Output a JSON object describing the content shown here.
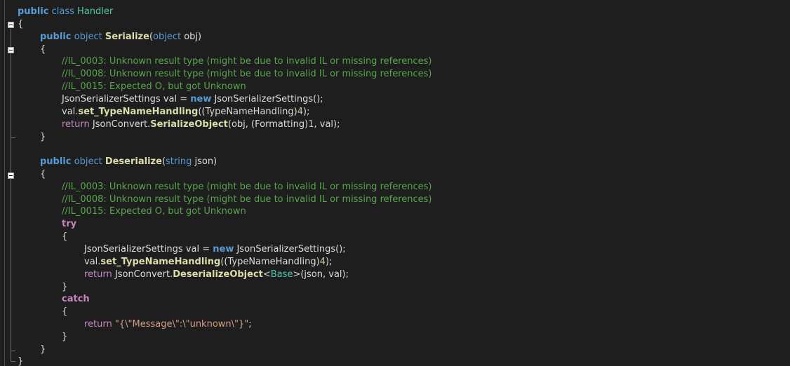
{
  "code": {
    "l0": {
      "kw_public": "public",
      "kw_class": "class",
      "name": "Handler"
    },
    "l1": {
      "brace": "{"
    },
    "l2": {
      "kw_public": "public",
      "type": "object",
      "method": "Serialize",
      "open": "(",
      "ptype": "object",
      "pname": " obj)"
    },
    "l3": {
      "brace": "{"
    },
    "l4": {
      "comment": "//IL_0003: Unknown result type (might be due to invalid IL or missing references)"
    },
    "l5": {
      "comment": "//IL_0008: Unknown result type (might be due to invalid IL or missing references)"
    },
    "l6": {
      "comment": "//IL_0015: Expected O, but got Unknown"
    },
    "l7": {
      "a": "JsonSerializerSettings val = ",
      "kw_new": "new",
      "b": " JsonSerializerSettings();"
    },
    "l8": {
      "a": "val.",
      "method": "set_TypeNameHandling",
      "b": "((TypeNameHandling)",
      "num": "4",
      "c": ");"
    },
    "l9": {
      "kw_return": "return",
      "a": " JsonConvert.",
      "method": "SerializeObject",
      "b": "(obj, (Formatting)",
      "num": "1",
      "c": ", val);"
    },
    "l10": {
      "brace": "}"
    },
    "l12": {
      "kw_public": "public",
      "type": "object",
      "method": "Deserialize",
      "open": "(",
      "ptype": "string",
      "pname": " json)"
    },
    "l13": {
      "brace": "{"
    },
    "l14": {
      "comment": "//IL_0003: Unknown result type (might be due to invalid IL or missing references)"
    },
    "l15": {
      "comment": "//IL_0008: Unknown result type (might be due to invalid IL or missing references)"
    },
    "l16": {
      "comment": "//IL_0015: Expected O, but got Unknown"
    },
    "l17": {
      "kw_try": "try"
    },
    "l18": {
      "brace": "{"
    },
    "l19": {
      "a": "JsonSerializerSettings val = ",
      "kw_new": "new",
      "b": " JsonSerializerSettings();"
    },
    "l20": {
      "a": "val.",
      "method": "set_TypeNameHandling",
      "b": "((TypeNameHandling)",
      "num": "4",
      "c": ");"
    },
    "l21": {
      "kw_return": "return",
      "a": " JsonConvert.",
      "method": "DeserializeObject",
      "lt": "<",
      "generic": "Base",
      "b": ">(json, val);"
    },
    "l22": {
      "brace": "}"
    },
    "l23": {
      "kw_catch": "catch"
    },
    "l24": {
      "brace": "{"
    },
    "l25": {
      "kw_return": "return",
      "sp": " ",
      "str": "\"{\\\"Message\\\":\\\"unknown\\\"}\"",
      "end": ";"
    },
    "l26": {
      "brace": "}"
    },
    "l27": {
      "brace": "}"
    },
    "l28": {
      "brace": "}"
    }
  }
}
